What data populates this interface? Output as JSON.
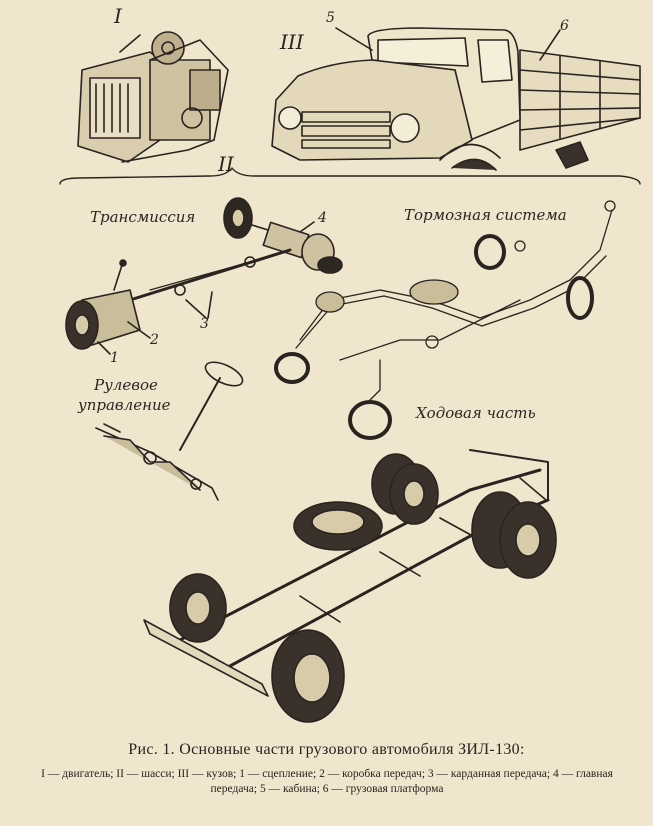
{
  "labels": {
    "roman_1": "I",
    "roman_2": "II",
    "roman_3": "III",
    "num_1": "1",
    "num_2": "2",
    "num_3": "3",
    "num_4": "4",
    "num_5": "5",
    "num_6": "6",
    "transmission": "Трансмиссия",
    "brake_system": "Тормозная система",
    "steering_line1": "Рулевое",
    "steering_line2": "управление",
    "running_gear": "Ходовая часть"
  },
  "caption": {
    "title": "Рис. 1. Основные части грузового автомобиля ЗИЛ-130:",
    "legend": "I — двигатель; II — шасси; III — кузов; 1 — сцепление; 2 — коробка передач; 3 — карданная передача; 4 — главная передача; 5 — кабина; 6 — грузовая платформа"
  },
  "colors": {
    "paper": "#efe6cd",
    "ink": "#2a2420"
  }
}
